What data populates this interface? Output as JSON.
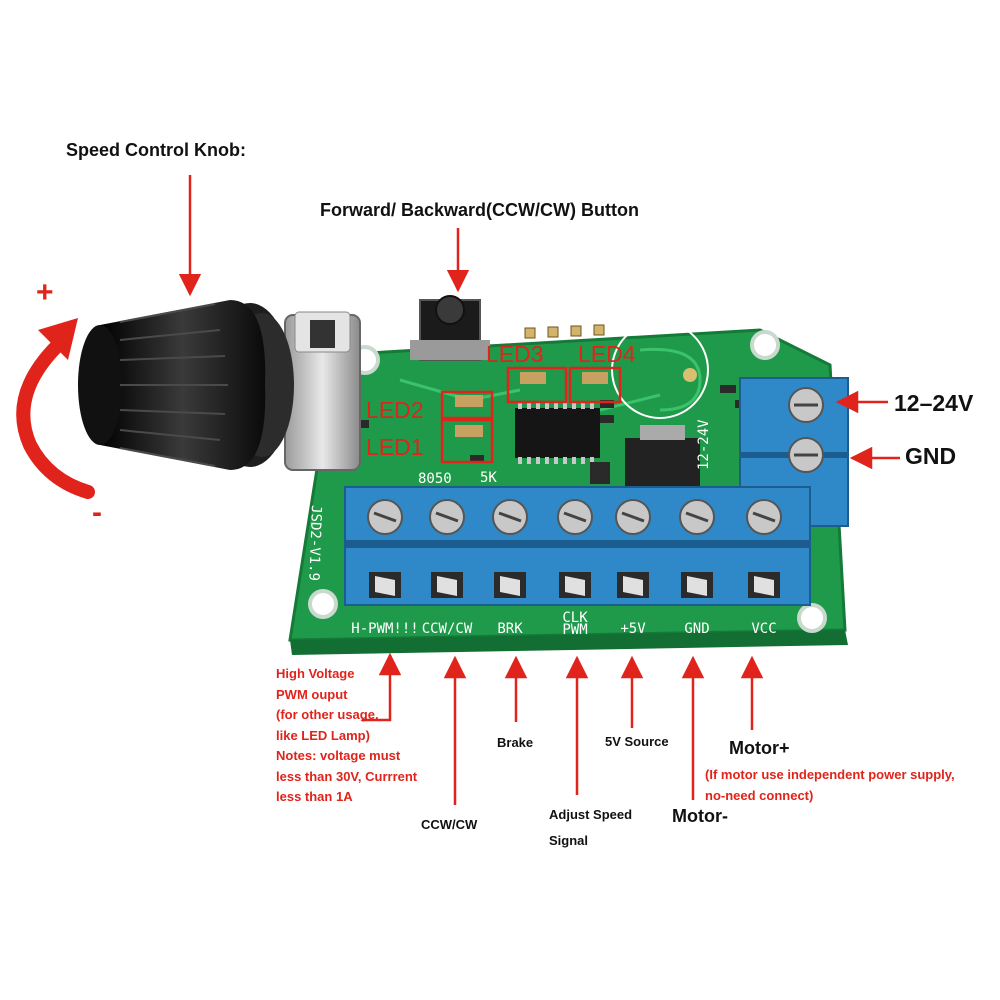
{
  "labels": {
    "speed_knob": "Speed Control Knob:",
    "direction_button": "Forward/ Backward(CCW/CW) Button",
    "plus": "+",
    "minus": "-",
    "supply_voltage": "12–24V",
    "gnd": "GND",
    "brake": "Brake",
    "five_v_source": "5V Source",
    "motor_plus": "Motor+",
    "motor_plus_note_1": "(If motor use independent power supply,",
    "motor_plus_note_2": "no-need connect)",
    "ccw_cw": "CCW/CW",
    "adjust_speed_1": "Adjust Speed",
    "adjust_speed_2": "Signal",
    "motor_minus": "Motor-"
  },
  "hpwm_note": [
    "High Voltage",
    "PWM ouput",
    "(for other usage,",
    "like LED Lamp)",
    "Notes:  voltage must",
    "less than 30V, Currrent",
    "less than 1A"
  ],
  "leds": {
    "led1": "LED1",
    "led2": "LED2",
    "led3": "LED3",
    "led4": "LED4"
  },
  "board_silkscreen": {
    "terminals": [
      "H-PWM!!!",
      "CCW/CW",
      "BRK",
      "CLK",
      "+5V",
      "GND",
      "VCC"
    ],
    "clk_sub": "PWM",
    "model": "JSD2-V1.9",
    "part_8050": "8050",
    "part_5k": "5K",
    "supply_mark": "12-24V"
  },
  "colors": {
    "annotation_red": "#e0241b",
    "pcb_green": "#1f9a4a",
    "terminal_blue": "#2f88c8",
    "knob_black": "#1a1a1a"
  }
}
